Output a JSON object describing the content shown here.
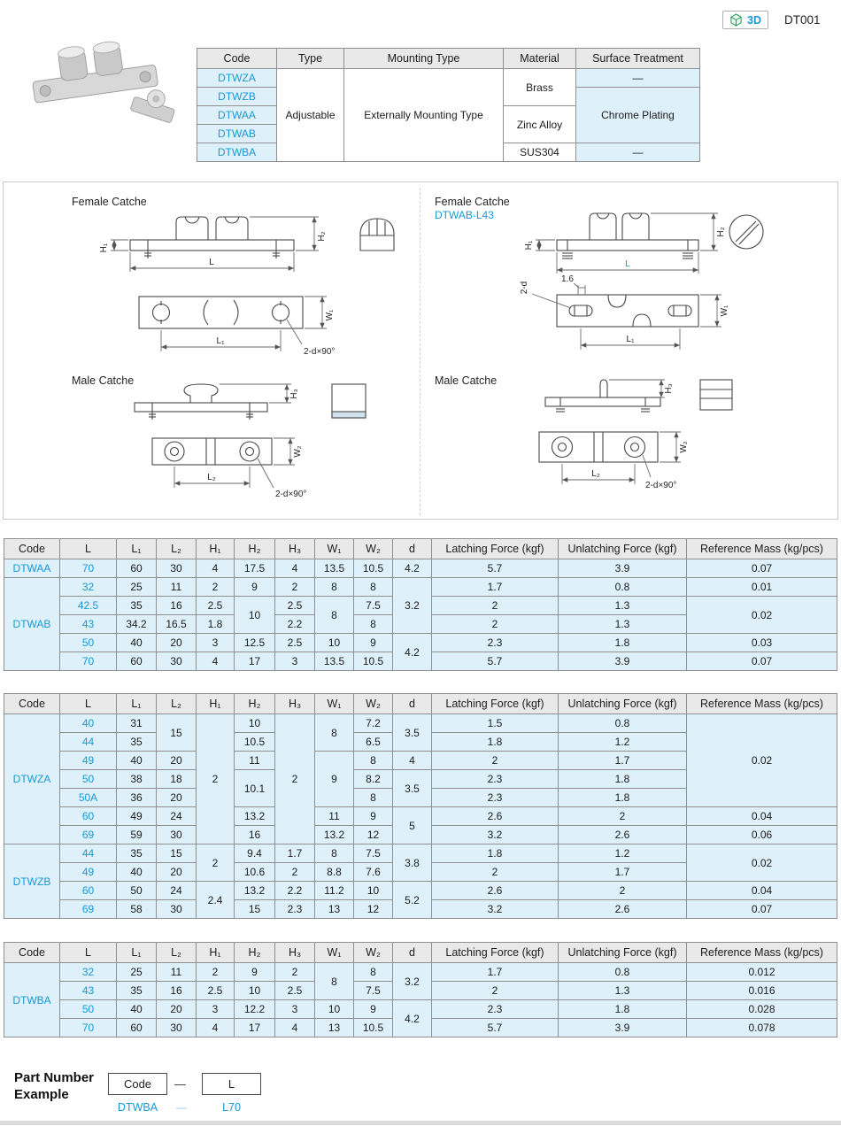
{
  "header": {
    "badge_3d_label": "3D",
    "doc_code": "DT001"
  },
  "colors": {
    "accent_blue": "#1898d5",
    "row_tint": "#def0f9",
    "header_gray": "#e9e9e9",
    "badge_green": "#0a9748"
  },
  "tables": {
    "spec": {
      "headers": [
        "Code",
        "Type",
        "Mounting Type",
        "Material",
        "Surface Treatment"
      ],
      "rows": [
        [
          {
            "t": "DTWZA",
            "cls": "code tint"
          },
          {
            "t": "Adjustable",
            "rs": 5
          },
          {
            "t": "Externally Mounting Type",
            "rs": 5
          },
          {
            "t": "Brass",
            "rs": 2
          },
          {
            "t": "—",
            "cls": "tint"
          }
        ],
        [
          {
            "t": "DTWZB",
            "cls": "code tint"
          },
          {
            "t": "Chrome Plating",
            "rs": 3,
            "cls": "tint"
          }
        ],
        [
          {
            "t": "DTWAA",
            "cls": "code tint"
          },
          {
            "t": "Zinc Alloy",
            "rs": 2
          }
        ],
        [
          {
            "t": "DTWAB",
            "cls": "code tint"
          }
        ],
        [
          {
            "t": "DTWBA",
            "cls": "code tint"
          },
          {
            "t": "SUS304"
          },
          {
            "t": "—",
            "cls": "tint"
          }
        ]
      ]
    },
    "dim1": {
      "headers": [
        "Code",
        "L",
        "L₁",
        "L₂",
        "H₁",
        "H₂",
        "H₃",
        "W₁",
        "W₂",
        "d",
        "Latching Force (kgf)",
        "Unlatching Force (kgf)",
        "Reference Mass (kg/pcs)"
      ],
      "rows": [
        [
          {
            "t": "DTWAA",
            "cls": "code"
          },
          {
            "t": "70",
            "cls": "code"
          },
          "60",
          "30",
          "4",
          "17.5",
          "4",
          "13.5",
          "10.5",
          "4.2",
          "5.7",
          "3.9",
          "0.07"
        ],
        [
          {
            "t": "DTWAB",
            "cls": "code",
            "rs": 5
          },
          {
            "t": "32",
            "cls": "code"
          },
          "25",
          "11",
          "2",
          "9",
          "2",
          "8",
          "8",
          {
            "t": "3.2",
            "rs": 3
          },
          "1.7",
          "0.8",
          "0.01"
        ],
        [
          {
            "t": "42.5",
            "cls": "code"
          },
          "35",
          "16",
          "2.5",
          {
            "t": "10",
            "rs": 2
          },
          "2.5",
          {
            "t": "8",
            "rs": 2
          },
          "7.5",
          "2",
          "1.3",
          {
            "t": "0.02",
            "rs": 2
          }
        ],
        [
          {
            "t": "43",
            "cls": "code"
          },
          "34.2",
          "16.5",
          "1.8",
          "2.2",
          "8",
          "2",
          "1.3"
        ],
        [
          {
            "t": "50",
            "cls": "code"
          },
          "40",
          "20",
          "3",
          "12.5",
          "2.5",
          "10",
          "9",
          {
            "t": "4.2",
            "rs": 2
          },
          "2.3",
          "1.8",
          "0.03"
        ],
        [
          {
            "t": "70",
            "cls": "code"
          },
          "60",
          "30",
          "4",
          "17",
          "3",
          "13.5",
          "10.5",
          "5.7",
          "3.9",
          "0.07"
        ]
      ]
    },
    "dim2": {
      "headers": [
        "Code",
        "L",
        "L₁",
        "L₂",
        "H₁",
        "H₂",
        "H₃",
        "W₁",
        "W₂",
        "d",
        "Latching Force (kgf)",
        "Unlatching Force (kgf)",
        "Reference Mass (kg/pcs)"
      ],
      "rows": [
        [
          {
            "t": "DTWZA",
            "cls": "code",
            "rs": 7
          },
          {
            "t": "40",
            "cls": "code"
          },
          "31",
          {
            "t": "15",
            "rs": 2
          },
          {
            "t": "2",
            "rs": 7
          },
          "10",
          {
            "t": "2",
            "rs": 7
          },
          {
            "t": "8",
            "rs": 2
          },
          "7.2",
          {
            "t": "3.5",
            "rs": 2
          },
          "1.5",
          "0.8",
          {
            "t": "0.02",
            "rs": 5
          }
        ],
        [
          {
            "t": "44",
            "cls": "code"
          },
          "35",
          "10.5",
          "6.5",
          "1.8",
          "1.2"
        ],
        [
          {
            "t": "49",
            "cls": "code"
          },
          "40",
          "20",
          "11",
          {
            "t": "9",
            "rs": 3
          },
          "8",
          "4",
          "2",
          "1.7"
        ],
        [
          {
            "t": "50",
            "cls": "code"
          },
          "38",
          "18",
          {
            "t": "10.1",
            "rs": 2
          },
          "8.2",
          {
            "t": "3.5",
            "rs": 2
          },
          "2.3",
          "1.8"
        ],
        [
          {
            "t": "50A",
            "cls": "code"
          },
          "36",
          "20",
          "8",
          "2.3",
          "1.8"
        ],
        [
          {
            "t": "60",
            "cls": "code"
          },
          "49",
          "24",
          "13.2",
          "11",
          "9",
          {
            "t": "5",
            "rs": 2
          },
          "2.6",
          "2",
          "0.04"
        ],
        [
          {
            "t": "69",
            "cls": "code"
          },
          "59",
          "30",
          "16",
          "13.2",
          "12",
          "3.2",
          "2.6",
          "0.06"
        ],
        [
          {
            "t": "DTWZB",
            "cls": "code",
            "rs": 4
          },
          {
            "t": "44",
            "cls": "code"
          },
          "35",
          "15",
          {
            "t": "2",
            "rs": 2
          },
          "9.4",
          "1.7",
          "8",
          "7.5",
          {
            "t": "3.8",
            "rs": 2
          },
          "1.8",
          "1.2",
          {
            "t": "0.02",
            "rs": 2
          }
        ],
        [
          {
            "t": "49",
            "cls": "code"
          },
          "40",
          "20",
          "10.6",
          "2",
          "8.8",
          "7.6",
          "2",
          "1.7"
        ],
        [
          {
            "t": "60",
            "cls": "code"
          },
          "50",
          "24",
          {
            "t": "2.4",
            "rs": 2
          },
          "13.2",
          "2.2",
          "11.2",
          "10",
          {
            "t": "5.2",
            "rs": 2
          },
          "2.6",
          "2",
          "0.04"
        ],
        [
          {
            "t": "69",
            "cls": "code"
          },
          "58",
          "30",
          "15",
          "2.3",
          "13",
          "12",
          "3.2",
          "2.6",
          "0.07"
        ]
      ]
    },
    "dim3": {
      "headers": [
        "Code",
        "L",
        "L₁",
        "L₂",
        "H₁",
        "H₂",
        "H₃",
        "W₁",
        "W₂",
        "d",
        "Latching Force (kgf)",
        "Unlatching Force (kgf)",
        "Reference Mass (kg/pcs)"
      ],
      "rows": [
        [
          {
            "t": "DTWBA",
            "cls": "code",
            "rs": 4
          },
          {
            "t": "32",
            "cls": "code"
          },
          "25",
          "11",
          "2",
          "9",
          "2",
          {
            "t": "8",
            "rs": 2
          },
          "8",
          {
            "t": "3.2",
            "rs": 2
          },
          "1.7",
          "0.8",
          "0.012"
        ],
        [
          {
            "t": "43",
            "cls": "code"
          },
          "35",
          "16",
          "2.5",
          "10",
          "2.5",
          "7.5",
          "2",
          "1.3",
          "0.016"
        ],
        [
          {
            "t": "50",
            "cls": "code"
          },
          "40",
          "20",
          "3",
          "12.2",
          "3",
          "10",
          "9",
          {
            "t": "4.2",
            "rs": 2
          },
          "2.3",
          "1.8",
          "0.028"
        ],
        [
          {
            "t": "70",
            "cls": "code"
          },
          "60",
          "30",
          "4",
          "17",
          "4",
          "13",
          "10.5",
          "5.7",
          "3.9",
          "0.078"
        ]
      ]
    }
  },
  "drawings": {
    "female_title": "Female Catche",
    "male_title": "Male Catche",
    "variant_code": "DTWAB-L43",
    "dims": {
      "h1": "H₁",
      "h2": "H₂",
      "h3": "H₃",
      "w1": "W₁",
      "w2": "W₂",
      "l": "L",
      "l1": "L₁",
      "l2": "L₂",
      "hole_note": "2-d×90°",
      "hole_note2": "2-d",
      "chamfer": "1.6"
    }
  },
  "part_number_example": {
    "title_line1": "Part Number",
    "title_line2": "Example",
    "code_box_label": "Code",
    "l_box_label": "L",
    "separator": "—",
    "separator_small": "—",
    "example_code": "DTWBA",
    "example_l": "L70"
  }
}
